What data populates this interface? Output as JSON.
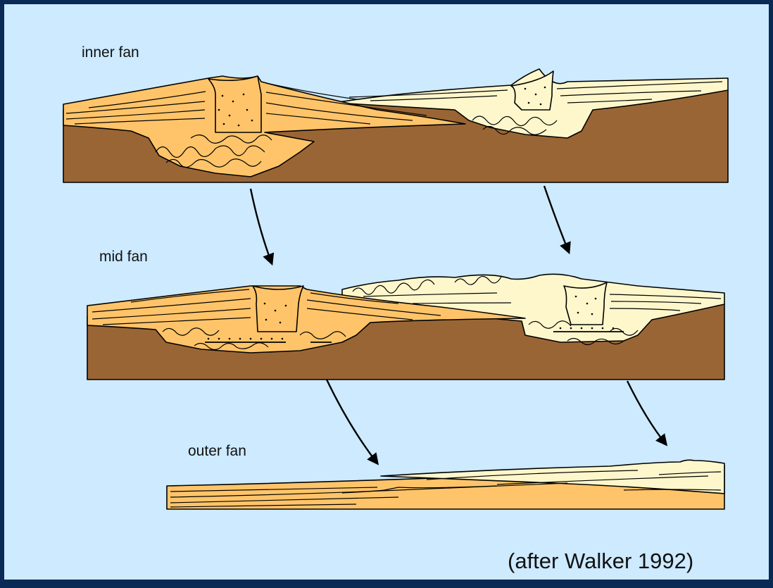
{
  "labels": {
    "inner": "inner fan",
    "mid": "mid fan",
    "outer": "outer fan"
  },
  "credit": "(after Walker 1992)",
  "colors": {
    "background": "#cdeaff",
    "border": "#0a2a55",
    "mud": "#9a6535",
    "orange_lobe": "#ffc469",
    "cream_lobe": "#fff7cc",
    "outline": "#000000"
  }
}
